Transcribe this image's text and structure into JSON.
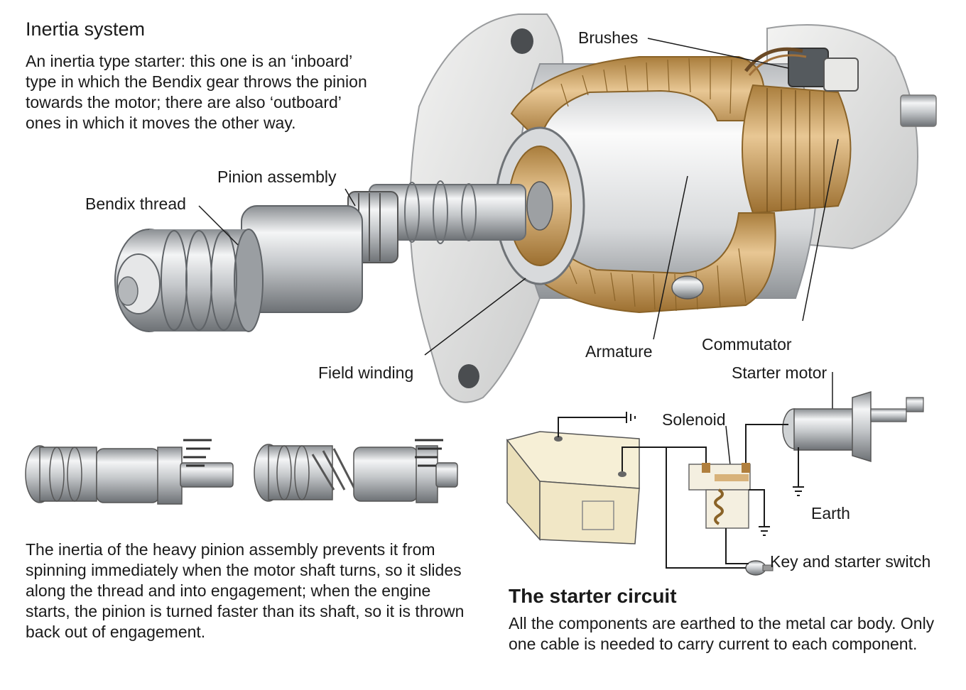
{
  "header": {
    "title": "Inertia system",
    "intro": "An inertia type starter: this one is an ‘inboard’ type in which the Bendix gear throws the pinion towards the motor; there are also ‘outboard’ ones in which it moves the other way."
  },
  "labels": {
    "brushes": "Brushes",
    "pinion_assembly": "Pinion assembly",
    "bendix_thread": "Bendix thread",
    "field_winding": "Field winding",
    "armature": "Armature",
    "commutator": "Commutator",
    "starter_motor": "Starter motor",
    "solenoid": "Solenoid",
    "earth": "Earth",
    "key_switch": "Key and starter switch"
  },
  "lower_text": "The inertia of the heavy pinion assembly prevents it from spinning immediately when the motor shaft turns, so it slides along the thread and into engagement; when the engine starts, the pinion is turned faster than its shaft, so it is thrown back out of engagement.",
  "circuit": {
    "title": "The starter circuit",
    "body": "All the components are earthed to the metal car body. Only one cable is needed to carry current to each component."
  },
  "colors": {
    "metal": "#c9ccce",
    "metal_dark": "#7a7e82",
    "copper_winding": "#d9b47a",
    "copper_dark": "#a97d3c",
    "battery": "#f1e7c6",
    "wire": "#1a1a1a"
  }
}
